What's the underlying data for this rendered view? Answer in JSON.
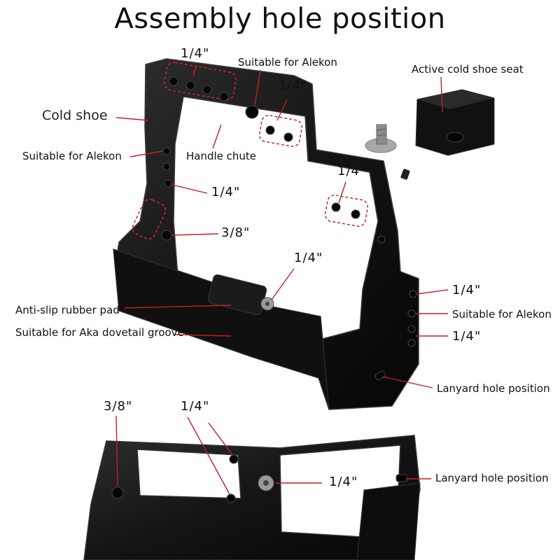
{
  "title": "Assembly hole position",
  "colors": {
    "metal": "#161616",
    "metal_edge": "#3a3a3a",
    "highlight": "#d0262f",
    "leader": "#c01f27"
  },
  "labels": {
    "top_quarter_left": "1/4\"",
    "top_alekon": "Suitable for Alekon",
    "top_quarter_mid": "1/4\"",
    "cold_shoe": "Cold shoe",
    "active_cold_shoe": "Active cold shoe seat",
    "left_alekon": "Suitable for Alekon",
    "handle_chute": "Handle chute",
    "right_quarter_top": "1/4\"",
    "left_quarter": "1/4\"",
    "left_three_eighths": "3/8\"",
    "base_quarter": "1/4\"",
    "side_quarter_1": "1/4\"",
    "anti_slip": "Anti-slip rubber pad",
    "side_alekon": "Suitable for Alekon",
    "dovetail": "Suitable for Aka dovetail groove",
    "side_quarter_2": "1/4\"",
    "lanyard_1": "Lanyard hole position",
    "bottom_three_eighths": "3/8\"",
    "bottom_quarter_1": "1/4\"",
    "bottom_quarter_2": "1/4\"",
    "lanyard_2": "Lanyard hole position"
  }
}
